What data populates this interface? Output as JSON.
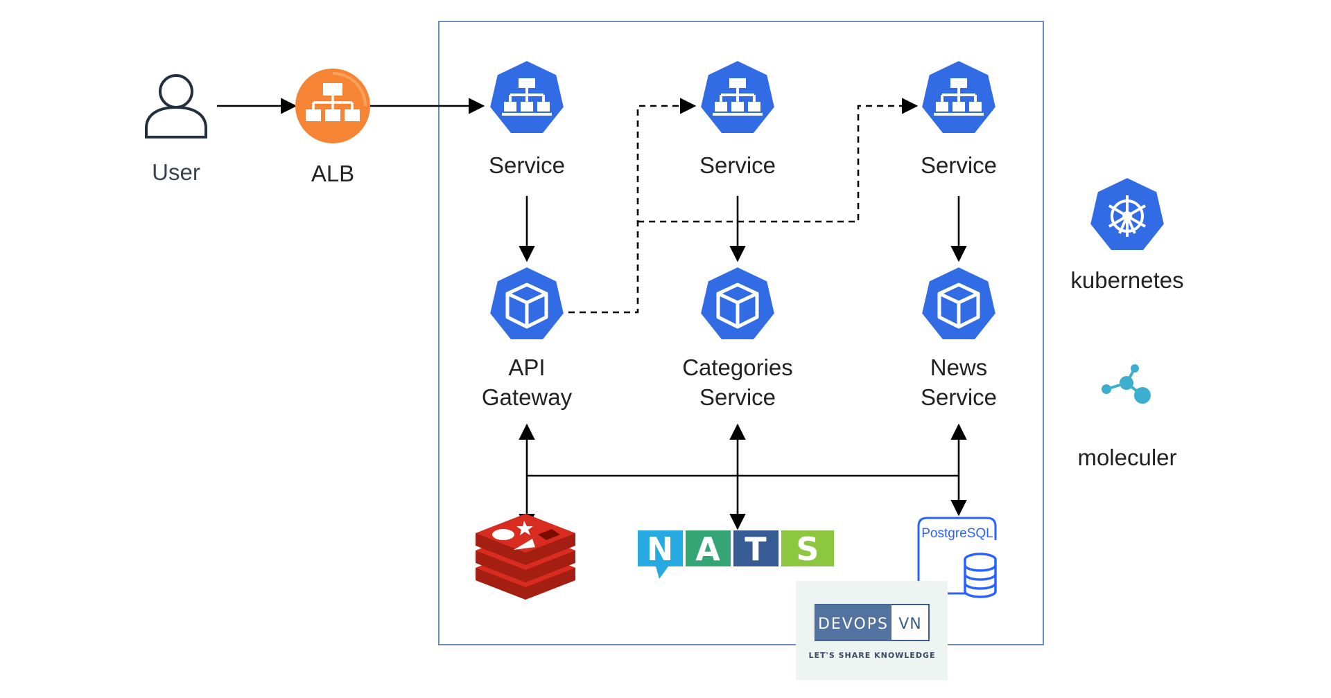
{
  "user": {
    "label": "User"
  },
  "alb": {
    "label": "ALB"
  },
  "services": [
    {
      "label": "Service"
    },
    {
      "label": "Service"
    },
    {
      "label": "Service"
    }
  ],
  "pods": [
    {
      "line1": "API",
      "line2": "Gateway"
    },
    {
      "line1": "Categories",
      "line2": "Service"
    },
    {
      "line1": "News",
      "line2": "Service"
    }
  ],
  "stores": {
    "redis": {
      "icon": "redis-icon"
    },
    "nats": {
      "letters": [
        "N",
        "A",
        "T",
        "S"
      ],
      "colors": [
        "#27a9e1",
        "#34a574",
        "#375c93",
        "#8dc63f"
      ]
    },
    "postgres": {
      "label": "PostgreSQL"
    }
  },
  "legend": {
    "kubernetes": {
      "label": "kubernetes"
    },
    "moleculer": {
      "label": "moleculer"
    }
  },
  "watermark": {
    "brand_left": "DEVOPS",
    "brand_right": "VN",
    "tagline": "LET'S SHARE KNOWLEDGE"
  },
  "colors": {
    "k8s_blue": "#326ce5",
    "alb_orange": "#f58534",
    "redis_red": "#c6302b",
    "frame": "#6c8ebf",
    "moleculer": "#3cafce"
  }
}
